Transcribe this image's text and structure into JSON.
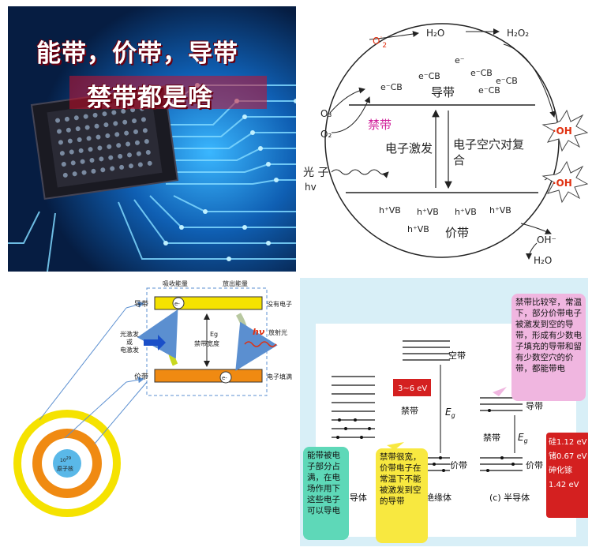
{
  "panel1": {
    "title_line1": "能带，价带，导带",
    "title_line2": "禁带都是啥"
  },
  "panel2": {
    "o2_radical": "O",
    "o2_radical_sup": "·",
    "o2_radical_sub": "2",
    "h2o_top": "H₂O",
    "h2o2_top": "H₂O₂",
    "o3": "O₃",
    "o2": "O₂",
    "e_cb_labels": [
      "e⁻",
      "e⁻CB",
      "e⁻CB",
      "e⁻CB",
      "e⁻CB",
      "e⁻CB"
    ],
    "conduction_band": "导带",
    "forbidden_band": "禁带",
    "excitation": "电子激发",
    "recombination_line1": "电子空穴对复",
    "recombination_line2": "合",
    "photon_label": "光 子",
    "hv_label": "hv",
    "h_vb_labels": [
      "h⁺VB",
      "h⁺VB",
      "h⁺VB",
      "h⁺VB",
      "h⁺VB"
    ],
    "valence_band": "价带",
    "oh_radical_1": "·OH",
    "oh_radical_2": "·OH",
    "oh_minus": "OH⁻",
    "h2o_bottom": "H₂O"
  },
  "panel3": {
    "absorb_energy": "吸收能量",
    "release_energy": "放出能量",
    "conduction_band": "导带",
    "valence_band": "价带",
    "no_electron": "没有电子",
    "electron_filled": "电子填满",
    "photo_excite": "光激发",
    "or": "或",
    "electro_excite": "电激发",
    "eg": "Eg",
    "band_gap": "禁带宽度",
    "hv": "hν",
    "emit_light": "放射光",
    "electron": "e-",
    "nucleus_sup": "10",
    "nucleus_sup2": "29",
    "nucleus": "原子核"
  },
  "panel4": {
    "empty_band": "空带",
    "forbidden_1": "禁带",
    "forbidden_2": "禁带",
    "valence_1": "价带",
    "valence_2": "价带",
    "conduction": "导带",
    "gap_value": "3~6 eV",
    "eg": "E",
    "eg_sub": "g",
    "label_a": "(a) 导体",
    "label_b": "(b) 绝缘体",
    "label_c": "(c) 半导体",
    "note_semiconductor": "禁带比较窄，常温下，部分价带电子被激发到空的导带，形成有少数电子填充的导带和留有少数空穴的价带，都能带电",
    "note_conductor": "能带被电子部分占满，在电场作用下这些电子可以导电",
    "note_insulator": "禁带很宽，价带电子在常温下不能被激发到空的导带",
    "si": "硅1.12 eV",
    "ge": "锗0.67 eV",
    "gaas": "砷化镓",
    "gaas_val": "1.42 eV"
  }
}
